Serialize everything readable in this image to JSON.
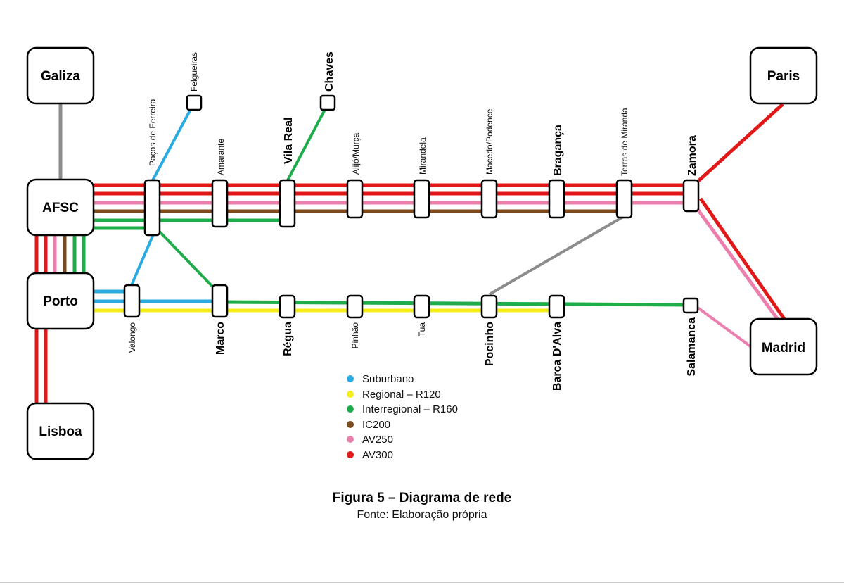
{
  "colors": {
    "suburbano": "#29abe2",
    "regional": "#f6ec19",
    "interregional": "#1fad4b",
    "ic200": "#7b4a1e",
    "av250": "#ec7ead",
    "av300": "#e11818",
    "grey_link": "#8c8c8c"
  },
  "hubs": {
    "galiza": "Galiza",
    "afsc": "AFSC",
    "porto": "Porto",
    "lisboa": "Lisboa",
    "paris": "Paris",
    "madrid": "Madrid"
  },
  "stations": {
    "felgueiras": "Felgueiras",
    "pacos_de_ferreira": "Paços de Ferreira",
    "amarante": "Amarante",
    "vila_real": "Vila Real",
    "chaves": "Chaves",
    "alijo_murca": "Alijó/Murça",
    "mirandela": "Mirandela",
    "macedo_podence": "Macedo/Podence",
    "braganca": "Bragança",
    "terras_de_miranda": "Terras de Miranda",
    "zamora": "Zamora",
    "valongo": "Valongo",
    "marco": "Marco",
    "regua": "Régua",
    "pinhao": "Pinhão",
    "tua": "Tua",
    "pocinho": "Pocinho",
    "barca_dalva": "Barca D'Alva",
    "salamanca": "Salamanca"
  },
  "legend": [
    {
      "label": "Suburbano",
      "color": "#29abe2"
    },
    {
      "label": "Regional – R120",
      "color": "#f6ec19"
    },
    {
      "label": "Interregional – R160",
      "color": "#1fad4b"
    },
    {
      "label": "IC200",
      "color": "#7b4a1e"
    },
    {
      "label": "AV250",
      "color": "#ec7ead"
    },
    {
      "label": "AV300",
      "color": "#e11818"
    }
  ],
  "caption": {
    "title": "Figura 5 – Diagrama de rede",
    "source": "Fonte: Elaboração própria"
  }
}
